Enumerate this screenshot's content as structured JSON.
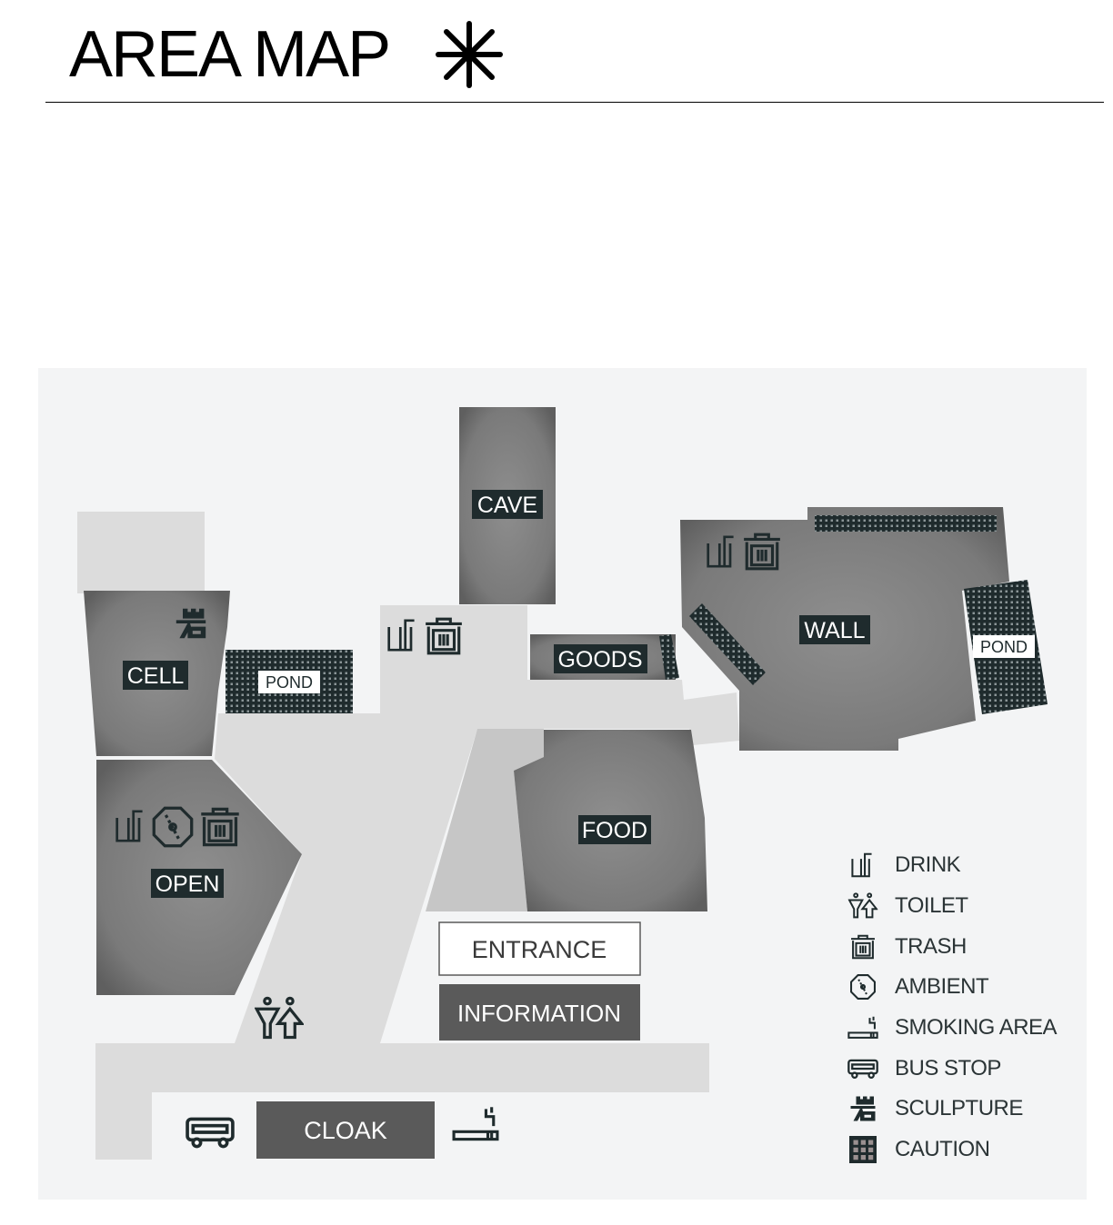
{
  "header": {
    "title": "AREA MAP",
    "icon": "star-icon"
  },
  "zones": {
    "cave": "CAVE",
    "cell": "CELL",
    "pond_left": "POND",
    "goods": "GOODS",
    "wall": "WALL",
    "pond_right": "POND",
    "food": "FOOD",
    "open": "OPEN"
  },
  "buttons": {
    "entrance": "ENTRANCE",
    "information": "INFORMATION",
    "cloak": "CLOAK"
  },
  "legend": [
    {
      "icon": "drink-icon",
      "label": "DRINK"
    },
    {
      "icon": "toilet-icon",
      "label": "TOILET"
    },
    {
      "icon": "trash-icon",
      "label": "TRASH"
    },
    {
      "icon": "ambient-icon",
      "label": "AMBIENT"
    },
    {
      "icon": "smoking-icon",
      "label": "SMOKING AREA"
    },
    {
      "icon": "bus-icon",
      "label": "BUS STOP"
    },
    {
      "icon": "sculpture-icon",
      "label": "SCULPTURE"
    },
    {
      "icon": "caution-icon",
      "label": "CAUTION"
    }
  ],
  "colors": {
    "zone": "#7a7a7a",
    "walkway": "#dcdcdc",
    "label_bg": "#1f2b2d",
    "block": "#5a5a5a"
  }
}
